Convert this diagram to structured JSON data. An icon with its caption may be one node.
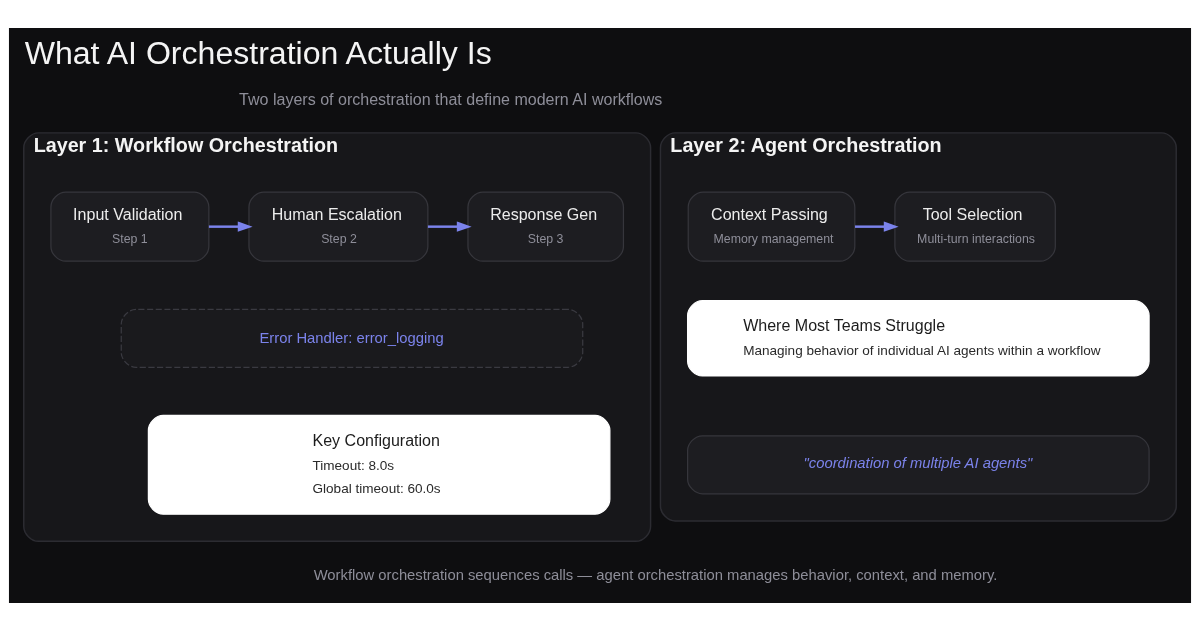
{
  "diagram": {
    "title": "What AI Orchestration Actually Is",
    "nodes": [
      {
        "text": [
          "Layer 1: Workflow Orchestration"
        ]
      },
      {
        "text": [
          "Input Validation",
          "Step 1"
        ],
        "in": 0
      },
      {
        "text": [
          "Human Escalation",
          "Step 2"
        ],
        "in": 0
      },
      {
        "text": [
          "Response Gen",
          "Step 3"
        ],
        "in": 0
      },
      {
        "text": [
          "Error Handler: error_logging"
        ],
        "in": 0
      },
      {
        "text": [
          "Key Configuration",
          "Timeout: 8.0s",
          "Global timeout: 60.0s"
        ],
        "in": 0
      },
      {
        "text": [
          "Layer 2: Agent Orchestration"
        ]
      },
      {
        "text": [
          "Context Passing",
          "Memory management"
        ],
        "in": 6
      },
      {
        "text": [
          "Tool Selection",
          "Multi-turn interactions"
        ],
        "in": 6
      },
      {
        "text": [
          "Where Most Teams Struggle",
          "Managing behavior of individual AI agents within a workflow"
        ],
        "in": 6
      },
      {
        "text": [
          "\"coordination of multiple AI agents\""
        ],
        "in": 6
      }
    ],
    "edges": [
      {
        "from": 1,
        "to": 2,
        "arrow": "to"
      },
      {
        "from": 2,
        "to": 3,
        "arrow": "to"
      },
      {
        "from": 7,
        "to": 8,
        "arrow": "to"
      }
    ],
    "labels": [
      "Two layers of orchestration that define modern AI workflows",
      "Workflow orchestration sequences calls — agent orchestration manages behavior, context, and memory."
    ]
  }
}
